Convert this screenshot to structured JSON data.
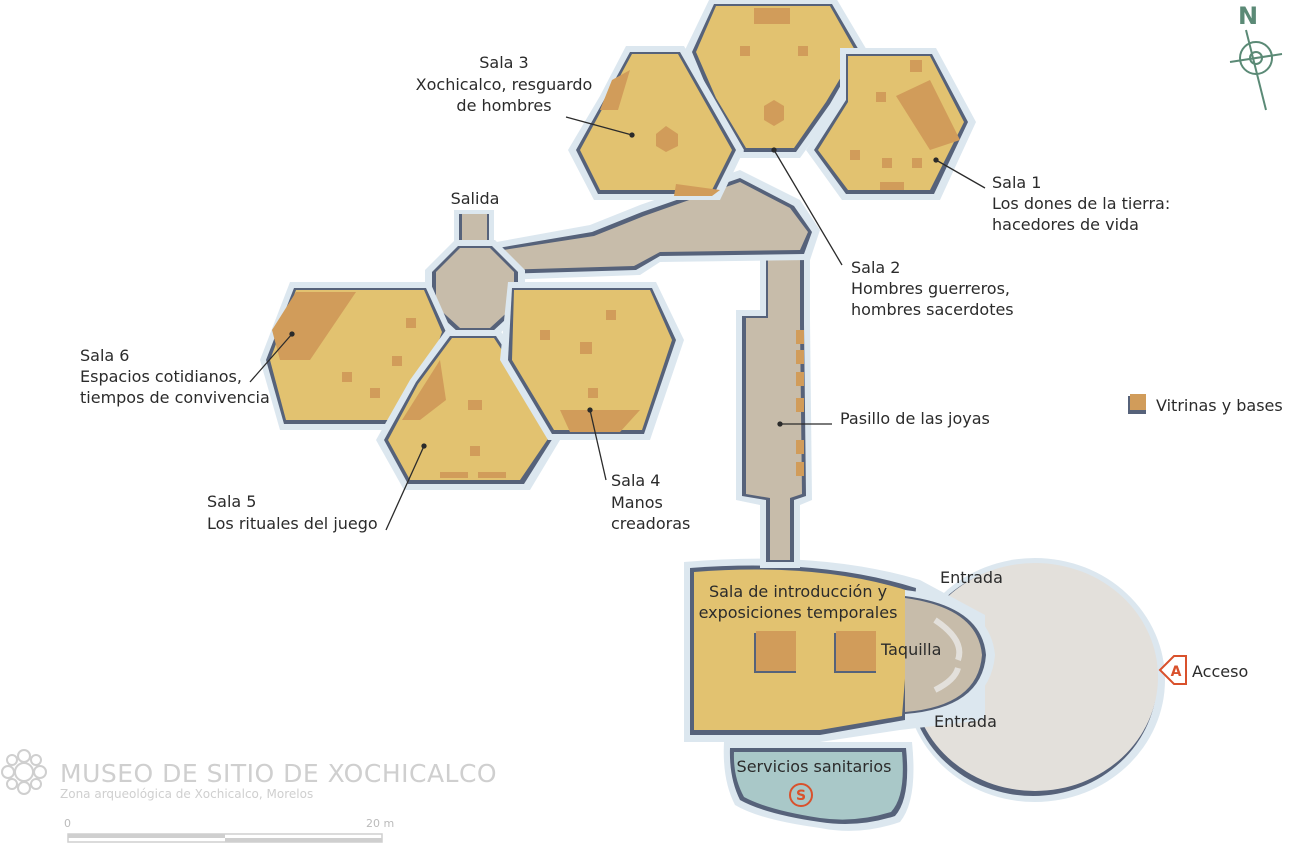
{
  "title": "MUSEO DE SITIO DE XOCHICALCO",
  "subtitle": "Zona arqueológica de Xochicalco, Morelos",
  "compass": {
    "label": "N"
  },
  "scale": {
    "start": "0",
    "end": "20 m"
  },
  "legend": {
    "label": "Vitrinas y bases",
    "color": "#d19c5a"
  },
  "colors": {
    "room": "#e2c270",
    "corridor": "#c7bcaa",
    "plaza": "#e3e0db",
    "sanitary": "#a9c8c8",
    "wall": "#56627a",
    "outline": "#dce7ef",
    "case": "#d19c5a",
    "access": "#d9512c"
  },
  "rooms": {
    "sala1": {
      "title": "Sala 1",
      "line1": "Los dones de la tierra:",
      "line2": "hacedores de vida"
    },
    "sala2": {
      "title": "Sala 2",
      "line1": "Hombres guerreros,",
      "line2": "hombres sacerdotes"
    },
    "sala3": {
      "title": "Sala 3",
      "line1": "Xochicalco, resguardo",
      "line2": "de hombres"
    },
    "sala4": {
      "title": "Sala 4",
      "line1": "Manos",
      "line2": "creadoras"
    },
    "sala5": {
      "title": "Sala 5",
      "line1": "Los rituales del juego"
    },
    "sala6": {
      "title": "Sala 6",
      "line1": "Espacios cotidianos,",
      "line2": "tiempos de convivencia"
    },
    "intro": {
      "line1": "Sala de introducción y",
      "line2": "exposiciones temporales"
    }
  },
  "labels": {
    "salida": "Salida",
    "pasillo": "Pasillo de las joyas",
    "entrada_top": "Entrada",
    "entrada_bottom": "Entrada",
    "taquilla": "Taquilla",
    "acceso": "Acceso",
    "acceso_badge": "A",
    "sanitarios": "Servicios sanitarios",
    "sanitarios_badge": "S"
  }
}
